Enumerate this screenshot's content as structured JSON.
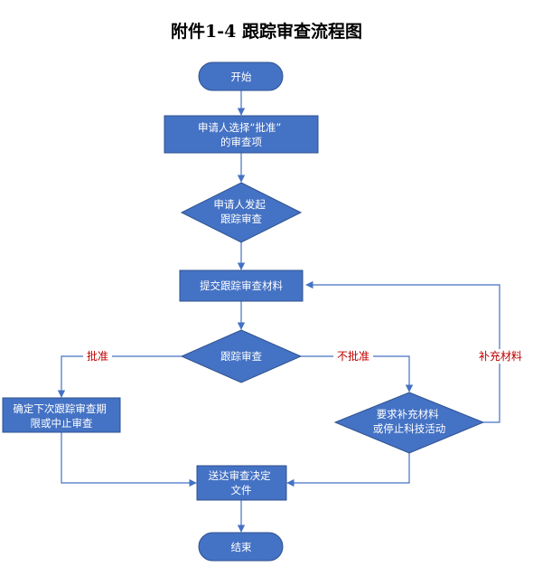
{
  "title": "附件1-4  跟踪审查流程图",
  "colors": {
    "node_fill": "#4472c4",
    "node_stroke": "#2f528f",
    "arrow": "#4472c4",
    "label": "#c00000"
  },
  "nodes": {
    "start": {
      "lines": [
        "开始"
      ]
    },
    "select": {
      "lines": [
        "申请人选择“批准”",
        "的审查项"
      ]
    },
    "initiate": {
      "lines": [
        "申请人发起",
        "跟踪审查"
      ]
    },
    "submit": {
      "lines": [
        "提交跟踪审查材料"
      ]
    },
    "review": {
      "lines": [
        "跟踪审查"
      ]
    },
    "next": {
      "lines": [
        "确定下次跟踪审查期",
        "限或中止审查"
      ]
    },
    "request": {
      "lines": [
        "要求补充材料",
        "或停止科技活动"
      ]
    },
    "deliver": {
      "lines": [
        "送达审查决定",
        "文件"
      ]
    },
    "end": {
      "lines": [
        "结束"
      ]
    }
  },
  "edge_labels": {
    "approve": "批准",
    "reject": "不批准",
    "supplement": "补充材料"
  }
}
